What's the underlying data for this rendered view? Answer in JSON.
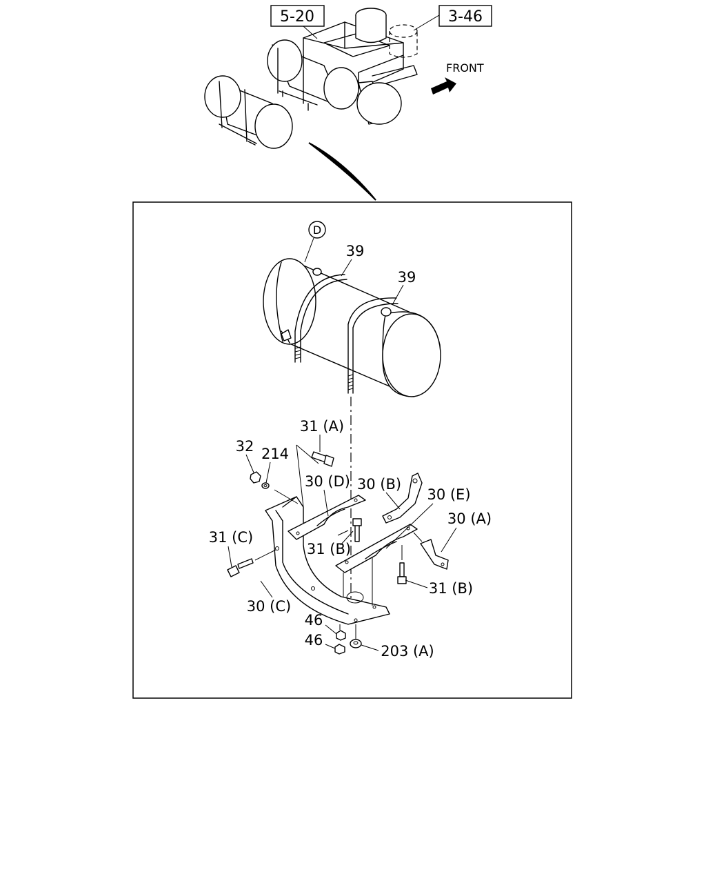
{
  "references": {
    "left": "5-20",
    "right": "3-46"
  },
  "direction_label": "FRONT",
  "detail_marker": "D",
  "callouts": {
    "band_upper": "39",
    "band_lower": "39",
    "bolt_31a": "31 (A)",
    "nut_32": "32",
    "washer_214": "214",
    "bracket_30d": "30 (D)",
    "bracket_30b": "30 (B)",
    "bracket_30e": "30 (E)",
    "bracket_30a": "30 (A)",
    "bolt_31c": "31 (C)",
    "bolt_31b_left": "31 (B)",
    "bolt_31b_right": "31 (B)",
    "bracket_30c": "30 (C)",
    "nut_46_upper": "46",
    "nut_46_lower": "46",
    "nut_203a": "203 (A)"
  }
}
